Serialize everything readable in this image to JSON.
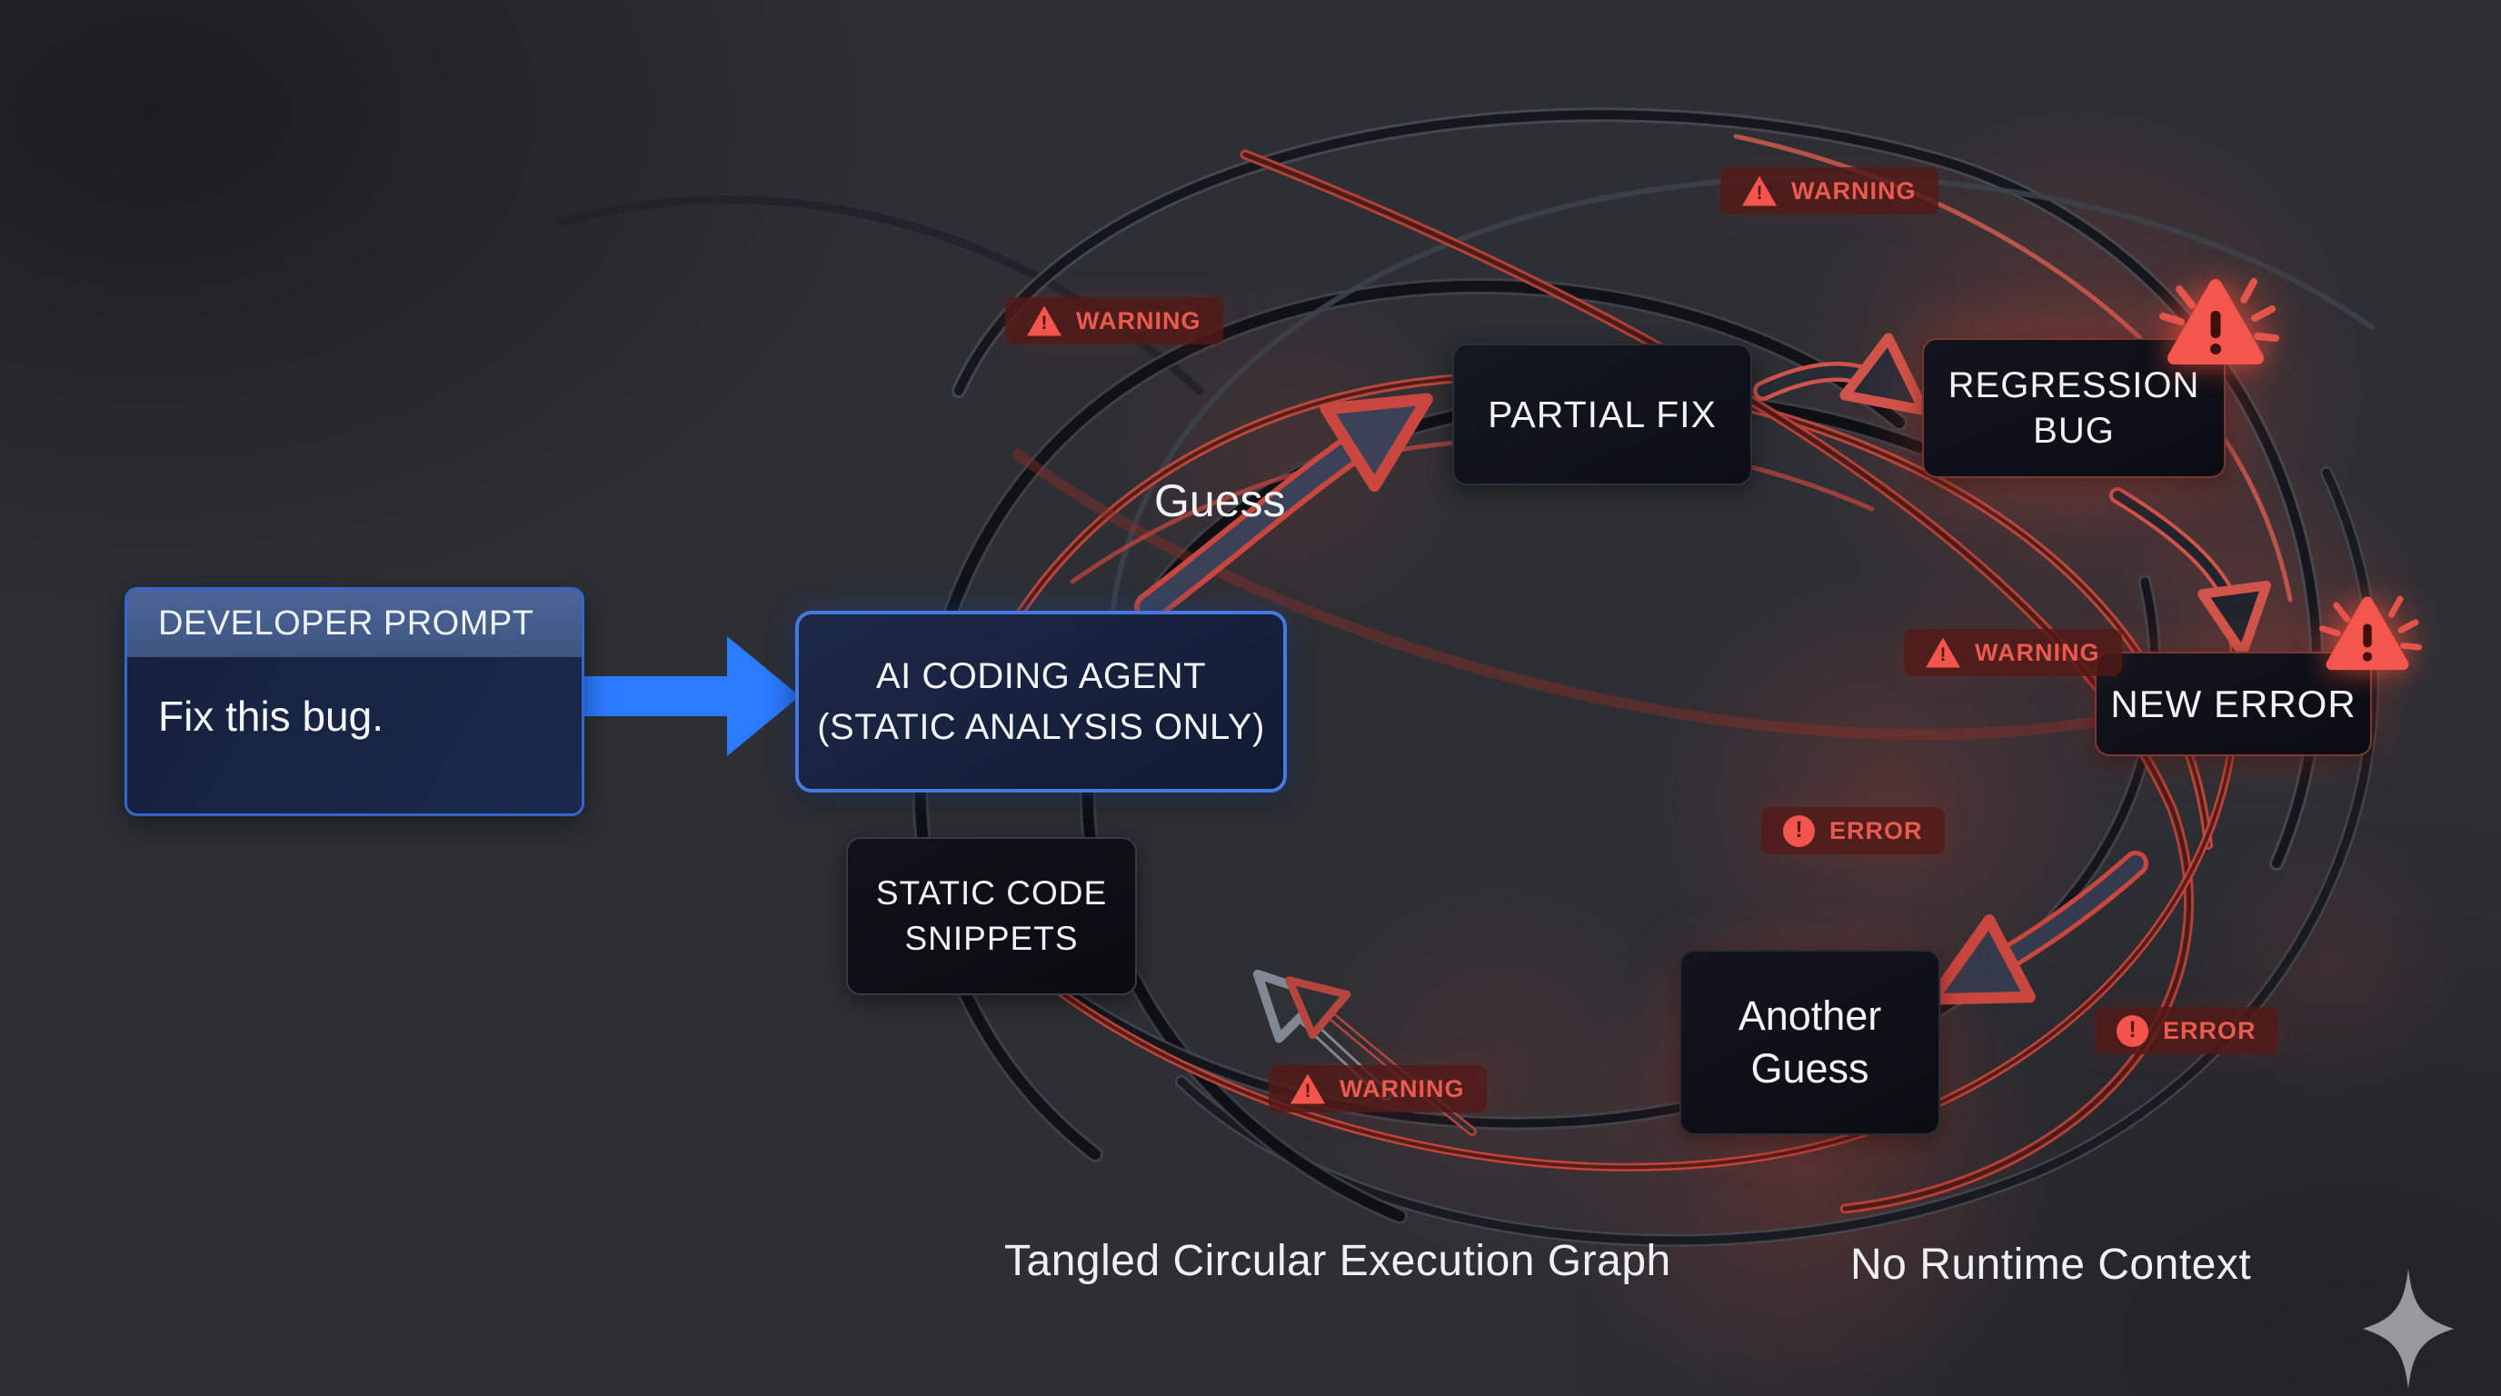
{
  "canvas": {
    "background": "#2d2f34"
  },
  "palette": {
    "blue_accent": "#2b7bff",
    "blue_border": "#4579e0",
    "red_accent": "#f3554c",
    "badge_text": "#ea5a4f",
    "node_text": "#f2f3f5"
  },
  "nodes": {
    "developer_prompt": {
      "title": "DEVELOPER PROMPT",
      "body": "Fix this bug."
    },
    "ai_agent": {
      "label": "AI CODING AGENT\n(STATIC ANALYSIS ONLY)"
    },
    "static_snippets": {
      "label": "STATIC CODE\nSNIPPETS"
    },
    "partial_fix": {
      "label": "PARTIAL FIX"
    },
    "regression_bug": {
      "label": "REGRESSION\nBUG"
    },
    "new_error": {
      "label": "NEW ERROR"
    },
    "another_guess": {
      "label": "Another\nGuess"
    }
  },
  "annotations": {
    "guess_label": "Guess"
  },
  "badges": [
    {
      "type": "warning",
      "label": "WARNING"
    },
    {
      "type": "warning",
      "label": "WARNING"
    },
    {
      "type": "warning",
      "label": "WARNING"
    },
    {
      "type": "warning",
      "label": "WARNING"
    },
    {
      "type": "error",
      "label": "ERROR"
    },
    {
      "type": "error",
      "label": "ERROR"
    }
  ],
  "captions": {
    "left": "Tangled Circular Execution Graph",
    "right": "No Runtime Context"
  }
}
